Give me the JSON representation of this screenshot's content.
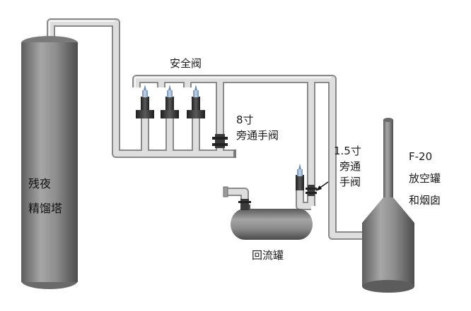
{
  "labels": {
    "safety_valve": "安全阀",
    "bypass_8in_line1": "8寸",
    "bypass_8in_line2": "旁通手阀",
    "bypass_15in_line1": "1.5寸",
    "bypass_15in_line2": "旁通",
    "bypass_15in_line3": "手阀",
    "flare_line1": "F-20",
    "flare_line2": "放空罐",
    "flare_line3": "和烟囱",
    "tower_line1": "残夜",
    "tower_line2": "精馏塔",
    "reflux_tank": "回流罐"
  },
  "colors": {
    "vessel": "#8c8c8c",
    "pipe_fill": "#dcdcdc",
    "pipe_edge": "#8a8a8a",
    "valve_body": "#2f2f2f",
    "valve_cap": "#8aa7c7"
  }
}
